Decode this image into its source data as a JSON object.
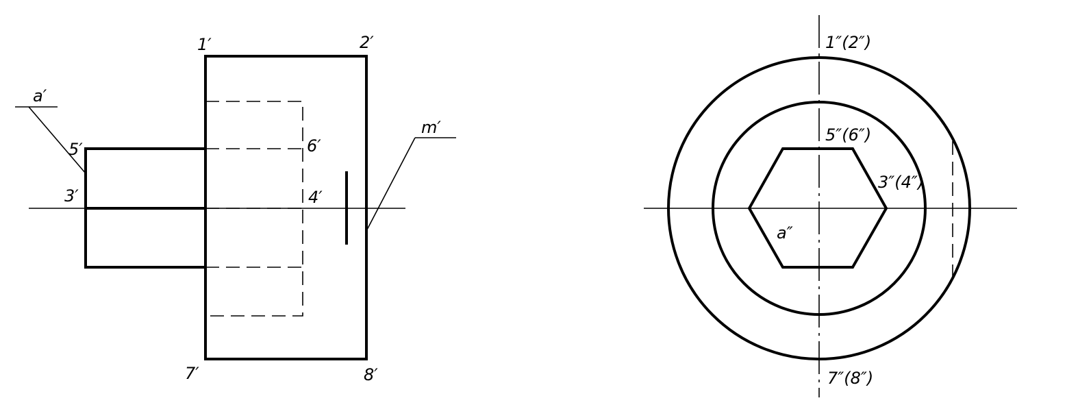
{
  "front_view": {
    "labels": {
      "p1": "1′",
      "p2": "2′",
      "p3": "3′",
      "p4": "4′",
      "p5": "5′",
      "p6": "6′",
      "p7": "7′",
      "p8": "8′",
      "a": "a′",
      "m": "m′"
    }
  },
  "side_view": {
    "labels": {
      "p12": "1″(2″)",
      "p56": "5″(6″)",
      "p34": "3″(4″)",
      "p78": "7″(8″)",
      "a": "a″"
    }
  }
}
